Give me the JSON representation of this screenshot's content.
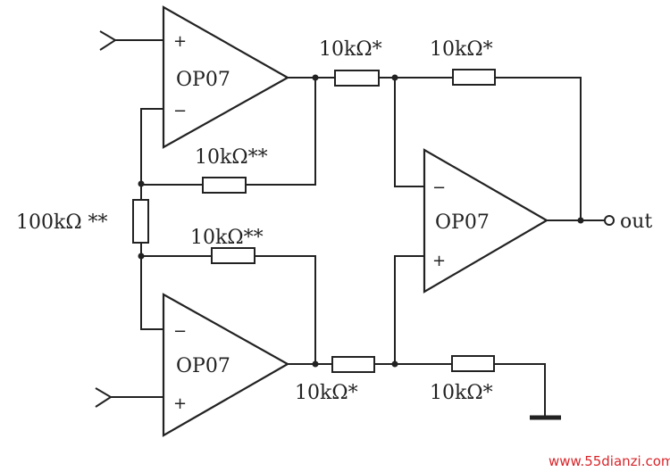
{
  "opamps": {
    "top": {
      "label": "OP07",
      "plus": "+",
      "minus": "−"
    },
    "bottom": {
      "label": "OP07",
      "minus": "−",
      "plus": "+"
    },
    "right": {
      "label": "OP07",
      "minus": "−",
      "plus": "+"
    }
  },
  "resistors": {
    "r_top_series": "10kΩ*",
    "r_top_feedback": "10kΩ*",
    "r_upper_fb": "10kΩ**",
    "r_gain": "100kΩ **",
    "r_lower_fb": "10kΩ**",
    "r_bottom_series": "10kΩ*",
    "r_bottom_ground": "10kΩ*"
  },
  "output": {
    "label": "out"
  },
  "watermark": "www.55dianzi.com"
}
